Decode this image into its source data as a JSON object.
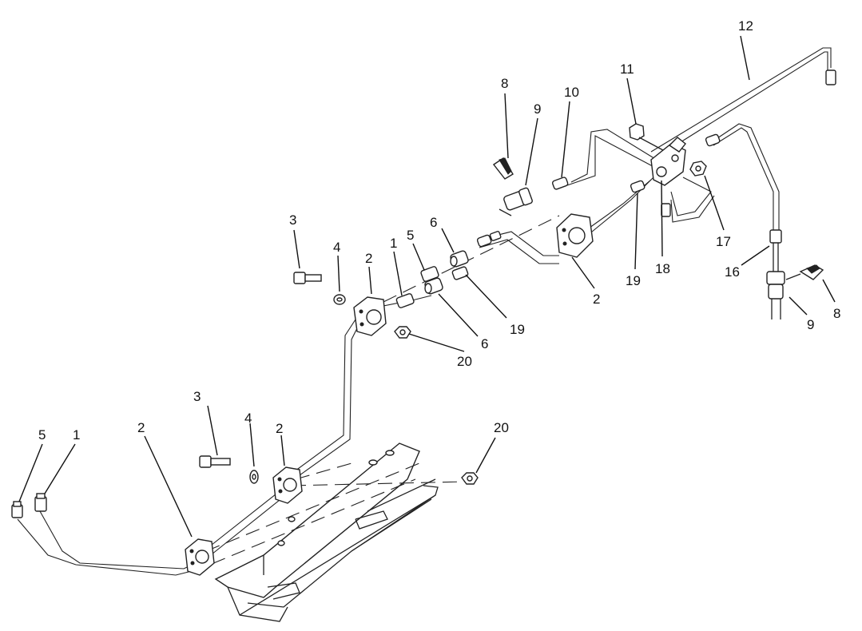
{
  "callouts": [
    {
      "id": "c12",
      "text": "12"
    },
    {
      "id": "c8a",
      "text": "8"
    },
    {
      "id": "c9a",
      "text": "9"
    },
    {
      "id": "c10",
      "text": "10"
    },
    {
      "id": "c11",
      "text": "11"
    },
    {
      "id": "c3a",
      "text": "3"
    },
    {
      "id": "c4a",
      "text": "4"
    },
    {
      "id": "c2a",
      "text": "2"
    },
    {
      "id": "c1a",
      "text": "1"
    },
    {
      "id": "c5a",
      "text": "5"
    },
    {
      "id": "c6a",
      "text": "6"
    },
    {
      "id": "c2b",
      "text": "2"
    },
    {
      "id": "c19a",
      "text": "19"
    },
    {
      "id": "c18",
      "text": "18"
    },
    {
      "id": "c17",
      "text": "17"
    },
    {
      "id": "c16",
      "text": "16"
    },
    {
      "id": "c9b",
      "text": "9"
    },
    {
      "id": "c8b",
      "text": "8"
    },
    {
      "id": "c6b",
      "text": "6"
    },
    {
      "id": "c19b",
      "text": "19"
    },
    {
      "id": "c20a",
      "text": "20"
    },
    {
      "id": "c3b",
      "text": "3"
    },
    {
      "id": "c4b",
      "text": "4"
    },
    {
      "id": "c2c",
      "text": "2"
    },
    {
      "id": "c20b",
      "text": "20"
    },
    {
      "id": "c5b",
      "text": "5"
    },
    {
      "id": "c1b",
      "text": "1"
    },
    {
      "id": "c2d",
      "text": "2"
    }
  ]
}
